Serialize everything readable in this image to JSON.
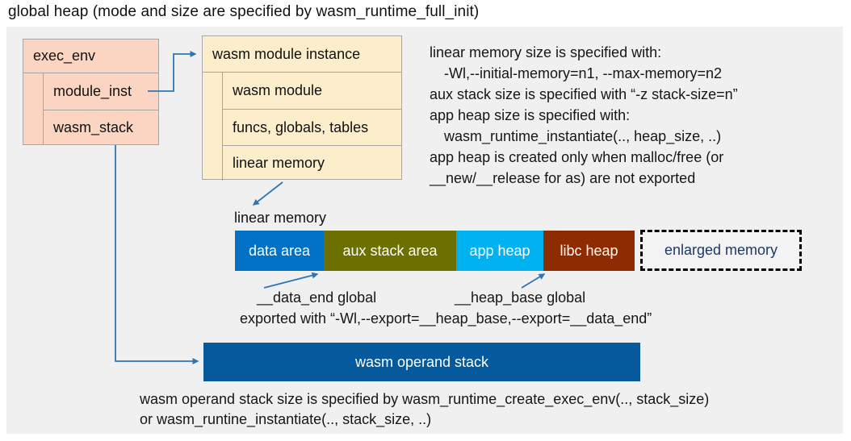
{
  "title": "global heap (mode and size are specified by wasm_runtime_full_init)",
  "exec_env_box": {
    "header": "exec_env",
    "rows": [
      "module_inst",
      "wasm_stack"
    ]
  },
  "module_instance_box": {
    "header": "wasm module instance",
    "rows": [
      "wasm module",
      "funcs, globals, tables",
      "linear memory"
    ]
  },
  "notes_right": {
    "lines": [
      "linear memory size is specified with:",
      "-Wl,--initial-memory=n1, --max-memory=n2",
      "aux stack size is specified with “-z stack-size=n”",
      "app heap size is specified with:",
      "wasm_runtime_instantiate(.., heap_size, ..)",
      "app heap is created only when malloc/free (or",
      "__new/__release for as) are not exported"
    ]
  },
  "linear_memory": {
    "label": "linear memory",
    "segments": [
      {
        "label": "data area",
        "color": "#0071c5"
      },
      {
        "label": "aux stack area",
        "color": "#6b7000"
      },
      {
        "label": "app heap",
        "color": "#00b2f0"
      },
      {
        "label": "libc heap",
        "color": "#8f2b00"
      }
    ],
    "enlarged": {
      "label": "enlarged memory",
      "text_color": "#1f3864"
    }
  },
  "annotations": {
    "data_end": "__data_end global",
    "heap_base": "__heap_base global",
    "exported": "exported with “-Wl,--export=__heap_base,--export=__data_end”"
  },
  "operand_stack": {
    "label": "wasm operand stack",
    "color": "#045a9d"
  },
  "footer_note": {
    "line1": "wasm operand stack size is specified by wasm_runtime_create_exec_env(.., stack_size)",
    "line2": "or wasm_runtine_instantiate(.., stack_size, ..)"
  },
  "colors": {
    "panel_background": "#f0f0f0",
    "struct_box_salmon": "#fbd4c2",
    "struct_box_cream": "#fdeecb",
    "struct_box_border": "#a6a6a6",
    "arrow_blue": "#2e75b6",
    "enlarged_border": "#000000"
  }
}
